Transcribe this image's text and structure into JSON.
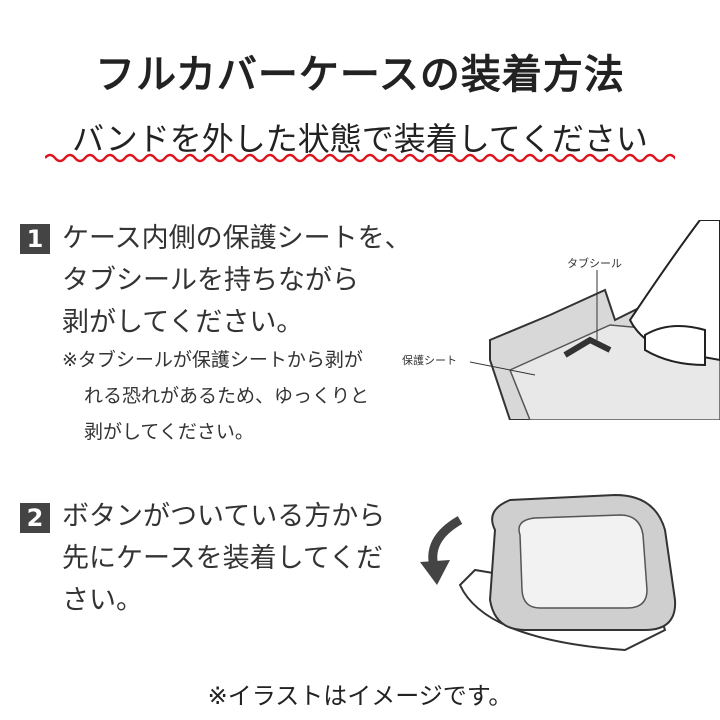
{
  "title": "フルカバーケースの装着方法",
  "subtitle": "バンドを外した状態で装着してください",
  "colors": {
    "wave": "#e0141e",
    "badge": "#444444"
  },
  "steps": [
    {
      "number": "1",
      "lines": [
        "ケース内側の保護シートを、",
        "タブシールを持ちながら",
        "剥がしてください。"
      ],
      "note_lines": [
        "※タブシールが保護シートから剥が",
        "れる恐れがあるため、ゆっくりと",
        "剥がしてください。"
      ],
      "illustration_labels": {
        "tab_seal": "タブシール",
        "protective_sheet": "保護シート"
      }
    },
    {
      "number": "2",
      "lines": [
        "ボタンがついている方から",
        "先にケースを装着してくだ",
        "さい。"
      ]
    }
  ],
  "footer": "※イラストはイメージです。"
}
